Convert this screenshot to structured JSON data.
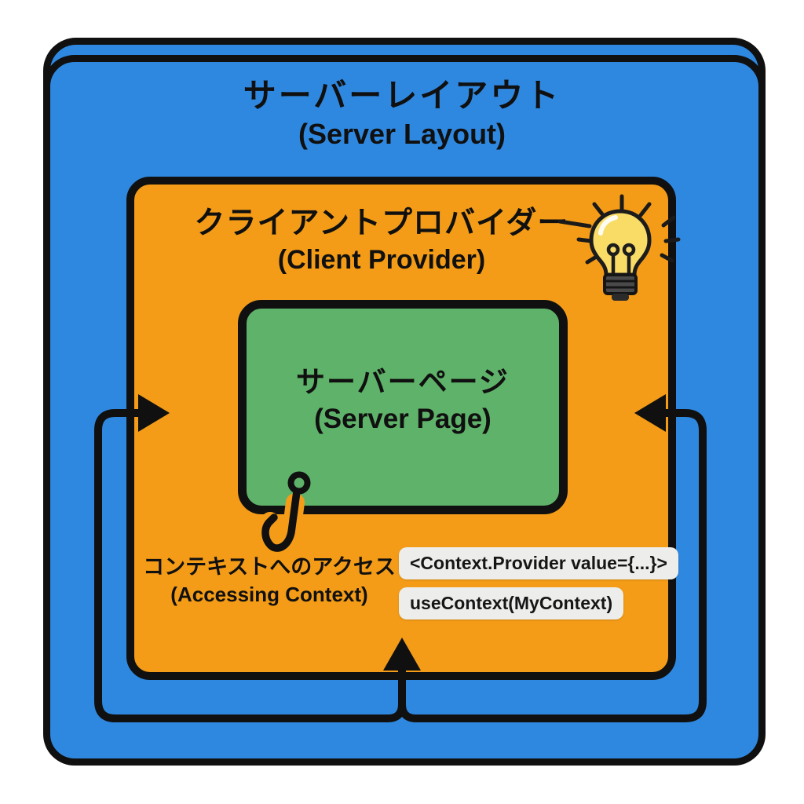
{
  "diagram": {
    "server_layout": {
      "title_ja": "サーバーレイアウト",
      "title_en": "(Server Layout)"
    },
    "client_provider": {
      "title_ja": "クライアントプロバイダー",
      "title_en": "(Client Provider)",
      "icon": "lightbulb-icon"
    },
    "server_page": {
      "title_ja": "サーバーページ",
      "title_en": "(Server Page)"
    },
    "accessing_context": {
      "label_ja": "コンテキストへのアクセス",
      "label_en": "(Accessing Context)",
      "icon": "fishing-hook-icon"
    },
    "code_snippets": [
      "<Context.Provider value={...}>",
      "useContext(MyContext)"
    ],
    "colors": {
      "blue": "#2F88E0",
      "orange": "#F49C17",
      "green": "#5FB269",
      "line": "#101010",
      "chip_bg": "#EDEDEB",
      "bulb_yellow": "#F9DC66"
    }
  }
}
